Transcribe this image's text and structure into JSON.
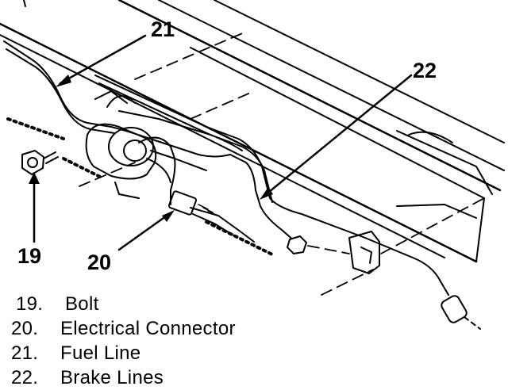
{
  "callouts": {
    "c19": "19",
    "c20": "20",
    "c21": "21",
    "c22": "22"
  },
  "legend": [
    {
      "number": "19.",
      "label": "Bolt"
    },
    {
      "number": "20.",
      "label": "Electrical Connector"
    },
    {
      "number": "21.",
      "label": "Fuel Line"
    },
    {
      "number": "22.",
      "label": "Brake Lines"
    }
  ]
}
